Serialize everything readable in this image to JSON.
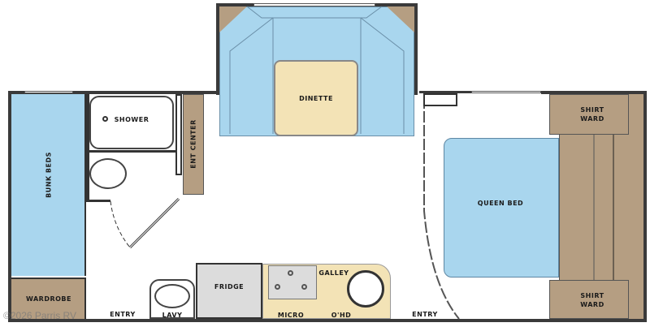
{
  "floorplan": {
    "rooms": {
      "dinette": "DINETTE",
      "shower": "SHOWER",
      "ent_center": "ENT CENTER",
      "bunk_beds": "BUNK BEDS",
      "wardrobe": "WARDROBE",
      "lavy": "LAVY",
      "fridge": "FRIDGE",
      "micro": "MICRO",
      "galley": "GALLEY",
      "ohd": "O'HD",
      "queen_bed": "QUEEN BED",
      "shirt_ward_top_line1": "SHIRT",
      "shirt_ward_top_line2": "WARD",
      "shirt_ward_bottom_line1": "SHIRT",
      "shirt_ward_bottom_line2": "WARD",
      "entry_left": "ENTRY",
      "entry_right": "ENTRY"
    },
    "watermark": "©2026 Parris RV",
    "colors": {
      "sofa_blue": "#a9d6ee",
      "cabinet_tan": "#b59e82",
      "table_cream": "#f3e3b6",
      "appliance_grey": "#dcdcdc",
      "wall": "#3a3a3a"
    }
  }
}
